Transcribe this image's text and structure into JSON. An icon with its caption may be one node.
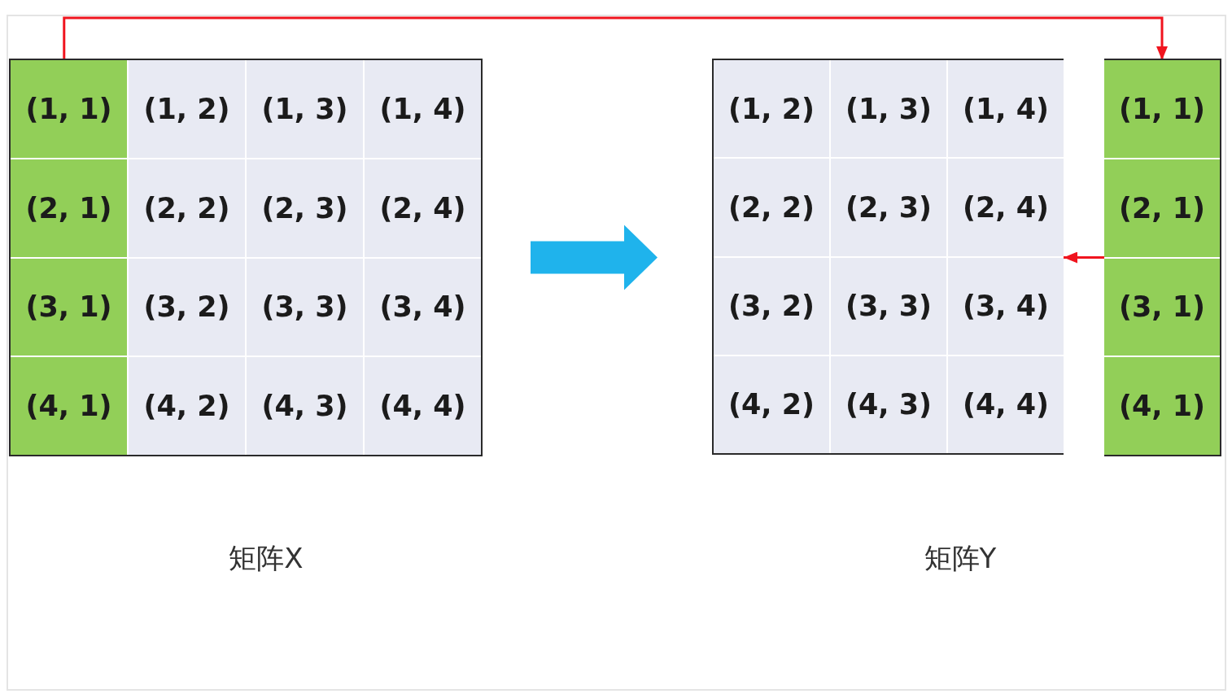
{
  "diagram": {
    "nodes": [
      {
        "text": [],
        "shape": "box"
      },
      {
        "text": [
          "(1, 1)"
        ],
        "in": 0
      },
      {
        "text": [
          "(1, 2)"
        ],
        "in": 0
      },
      {
        "text": [
          "(1, 3)"
        ],
        "in": 0
      },
      {
        "text": [
          "(1, 4)"
        ],
        "in": 0
      },
      {
        "text": [
          "(2, 1)"
        ],
        "in": 0
      },
      {
        "text": [
          "(2, 2)"
        ],
        "in": 0
      },
      {
        "text": [
          "(2, 3)"
        ],
        "in": 0
      },
      {
        "text": [
          "(2, 4)"
        ],
        "in": 0
      },
      {
        "text": [
          "(3, 1)"
        ],
        "in": 0
      },
      {
        "text": [
          "(3, 2)"
        ],
        "in": 0
      },
      {
        "text": [
          "(3, 3)"
        ],
        "in": 0
      },
      {
        "text": [
          "(3, 4)"
        ],
        "in": 0
      },
      {
        "text": [
          "(4, 1)"
        ],
        "in": 0
      },
      {
        "text": [
          "(4, 2)"
        ],
        "in": 0
      },
      {
        "text": [
          "(4, 3)"
        ],
        "in": 0
      },
      {
        "text": [
          "(4, 4)"
        ],
        "in": 0
      },
      {
        "text": [],
        "shape": "box"
      },
      {
        "text": [
          "(1, 2)"
        ],
        "in": 17
      },
      {
        "text": [
          "(1, 3)"
        ],
        "in": 17
      },
      {
        "text": [
          "(1, 4)"
        ],
        "in": 17
      },
      {
        "text": [
          "(2, 2)"
        ],
        "in": 17
      },
      {
        "text": [
          "(2, 3)"
        ],
        "in": 17
      },
      {
        "text": [
          "(2, 4)"
        ],
        "in": 17
      },
      {
        "text": [
          "(3, 2)"
        ],
        "in": 17
      },
      {
        "text": [
          "(3, 3)"
        ],
        "in": 17
      },
      {
        "text": [
          "(3, 4)"
        ],
        "in": 17
      },
      {
        "text": [
          "(4, 2)"
        ],
        "in": 17
      },
      {
        "text": [
          "(4, 3)"
        ],
        "in": 17
      },
      {
        "text": [
          "(4, 4)"
        ],
        "in": 17
      },
      {
        "text": [],
        "shape": "box"
      },
      {
        "text": [
          "(1, 1)"
        ],
        "in": 30
      },
      {
        "text": [
          "(2, 1)"
        ],
        "in": 30
      },
      {
        "text": [
          "(3, 1)"
        ],
        "in": 30
      },
      {
        "text": [
          "(4, 1)"
        ],
        "in": 30
      }
    ],
    "edges": [
      {
        "from": 1,
        "to": 31,
        "arrow": "to"
      },
      {
        "from": 0,
        "to": 17,
        "arrow": "to",
        "style": "thick",
        "color": "#1fb3ec"
      },
      {
        "from": 30,
        "to": 17,
        "arrow": "to"
      }
    ],
    "labels": [
      "矩阵X",
      "矩阵Y"
    ]
  }
}
